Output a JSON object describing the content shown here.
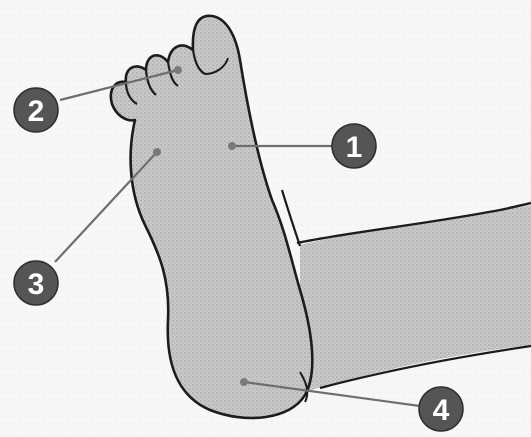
{
  "colors": {
    "background": "#f6f6f6",
    "foot_fill": "#c8c8c8",
    "outline": "#1c1c1c",
    "leader_line": "#6e6e6e",
    "dot": "#7a7a7a",
    "callout_fill": "#555555",
    "callout_text": "#ffffff"
  },
  "callouts": [
    {
      "id": "1",
      "label": "1",
      "target": "ball-of-foot"
    },
    {
      "id": "2",
      "label": "2",
      "target": "toes"
    },
    {
      "id": "3",
      "label": "3",
      "target": "inner-ball-of-foot"
    },
    {
      "id": "4",
      "label": "4",
      "target": "heel"
    }
  ]
}
